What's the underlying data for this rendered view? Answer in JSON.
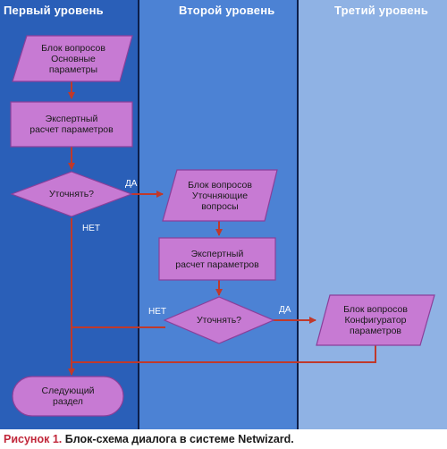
{
  "lanes": [
    {
      "title": "Первый уровень"
    },
    {
      "title": "Второй уровень"
    },
    {
      "title": "Третий уровень"
    }
  ],
  "nodes": {
    "q_basic": "Блок вопросов\nОсновные\nпараметры",
    "expert1": "Экспертный\nрасчет параметров",
    "decide1": "Уточнять?",
    "q_refine": "Блок вопросов\nУточняющие\nвопросы",
    "expert2": "Экспертный\nрасчет параметров",
    "decide2": "Уточнять?",
    "q_config": "Блок вопросов\nКонфигуратор\nпараметров",
    "next": "Следующий\nраздел"
  },
  "edge_labels": {
    "yes1": "ДА",
    "no1": "НЕТ",
    "no2": "НЕТ",
    "yes2": "ДА"
  },
  "caption": {
    "label": "Рисунок 1.",
    "text": "Блок-схема диалога в системе Netwizard."
  },
  "colors": {
    "shape_fill": "#c77ad3",
    "shape_stroke": "#8a3f9a",
    "arrow": "#c0392b",
    "lane1": "#2a5fb8",
    "lane2": "#4c82d4",
    "lane3": "#8fb2e4"
  }
}
